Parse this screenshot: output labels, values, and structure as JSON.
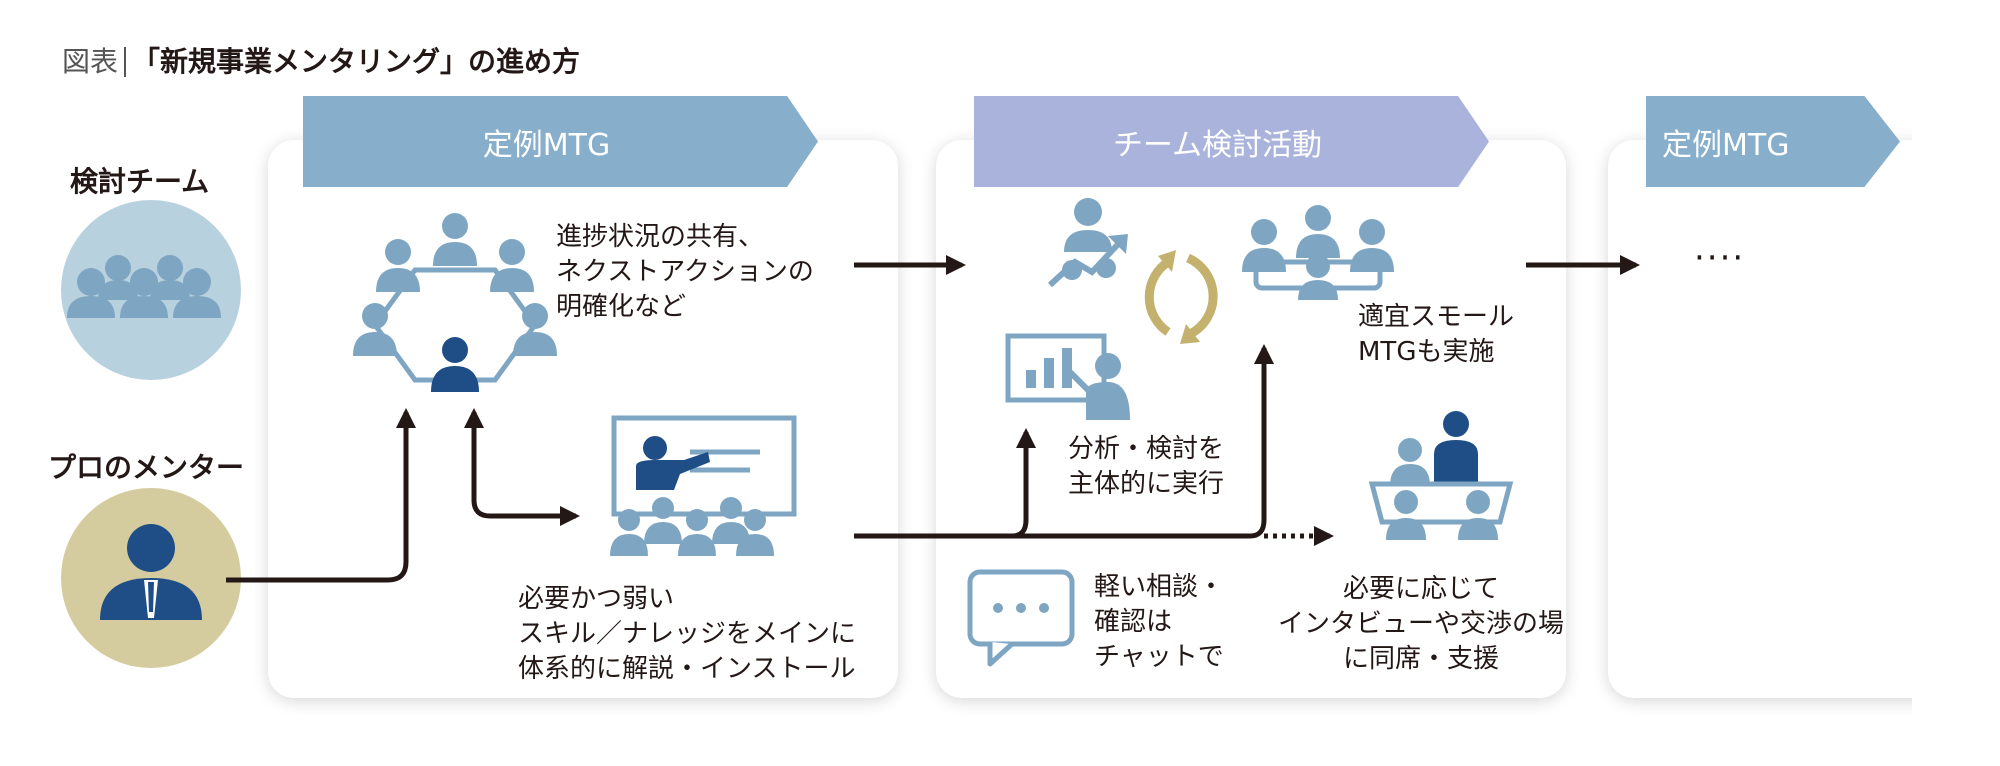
{
  "title": {
    "prefix": "図表",
    "main": "「新規事業メンタリング」の進め方"
  },
  "colors": {
    "banner_blue": "#87AECA",
    "banner_purple": "#A9B3DC",
    "team_circle": "#B8D1DE",
    "mentor_circle": "#D4CB9E",
    "icon_light": "#7EA6C3",
    "icon_dark": "#1F4E87",
    "cycle": "#C4B16E",
    "arrow": "#231815"
  },
  "rows": {
    "team": "検討チーム",
    "mentor": "プロのメンター"
  },
  "stage1": {
    "banner": "定例MTG",
    "note": [
      "進捗状況の共有、",
      "ネクストアクションの",
      "明確化など"
    ],
    "lecture": [
      "必要かつ弱い",
      "スキル／ナレッジをメインに",
      "体系的に解説・インストール"
    ]
  },
  "stage2": {
    "banner": "チーム検討活動",
    "analysis": [
      "分析・検討を",
      "主体的に実行"
    ],
    "small_mtg": [
      "適宜スモール",
      "MTGも実施"
    ],
    "chat": [
      "軽い相談・",
      "確認は",
      "チャットで"
    ],
    "interview": [
      "必要に応じて",
      "インタビューや交渉の場",
      "に同席・支援"
    ]
  },
  "stage3": {
    "banner": "定例MTG",
    "ellipsis": "····"
  },
  "icons": [
    "team-group-icon",
    "mentor-person-icon",
    "meeting-table-icon",
    "lecture-board-icon",
    "growth-chart-icon",
    "cycle-arrows-icon",
    "small-meeting-icon",
    "presentation-icon",
    "chat-bubble-icon",
    "interview-icon"
  ]
}
